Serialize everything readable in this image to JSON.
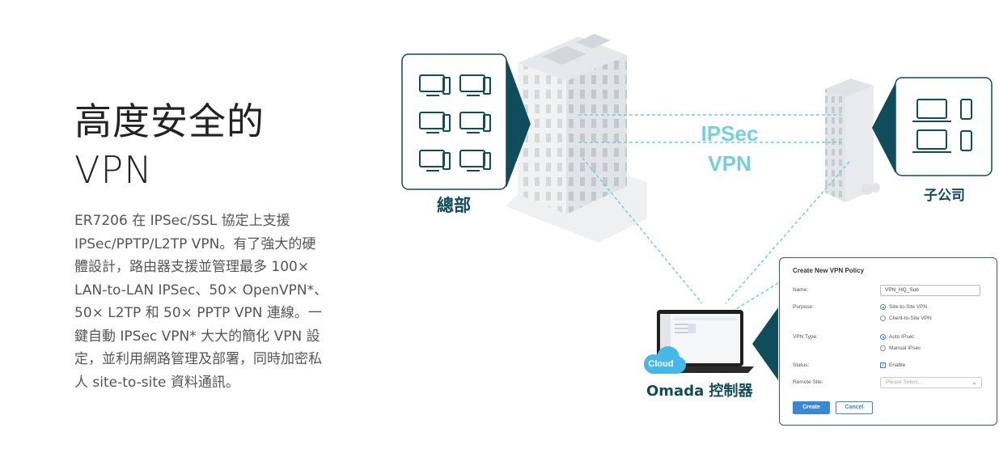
{
  "heading": {
    "line1": "高度安全的",
    "line2": "VPN"
  },
  "description": "ER7206 在 IPSec/SSL 協定上支援 IPSec/PPTP/L2TP VPN。有了強大的硬體設計，路由器支援並管理最多 100× LAN-to-LAN IPSec、50× OpenVPN*、50× L2TP 和 50× PPTP VPN 連線。一鍵自動 IPSec VPN* 大大的簡化 VPN 設定，並利用網路管理及部署，同時加密私人 site-to-site 資料通訊。",
  "diagram": {
    "hq_label": "總部",
    "branch_label": "子公司",
    "tunnel_line1": "IPSec",
    "tunnel_line2": "VPN",
    "controller_label": "Omada 控制器",
    "cloud_badge": "Cloud",
    "colors": {
      "teal": "#0f4c5c",
      "accent": "#74d0de",
      "button": "#3a86d9"
    }
  },
  "vpn_panel": {
    "title": "Create New VPN Policy",
    "name_label": "Name:",
    "name_value": "VPN_HQ_Sub",
    "purpose_label": "Purpose:",
    "purpose_options": [
      "Site-to-Site VPN",
      "Client-to-Site VPN"
    ],
    "vpn_type_label": "VPN Type:",
    "vpn_type_options": [
      "Auto IPsec",
      "Manual IPsec"
    ],
    "status_label": "Status:",
    "status_option": "Enable",
    "remote_site_label": "Remote Site:",
    "remote_site_placeholder": "Please Select...",
    "create_button": "Create",
    "cancel_button": "Cancel"
  }
}
